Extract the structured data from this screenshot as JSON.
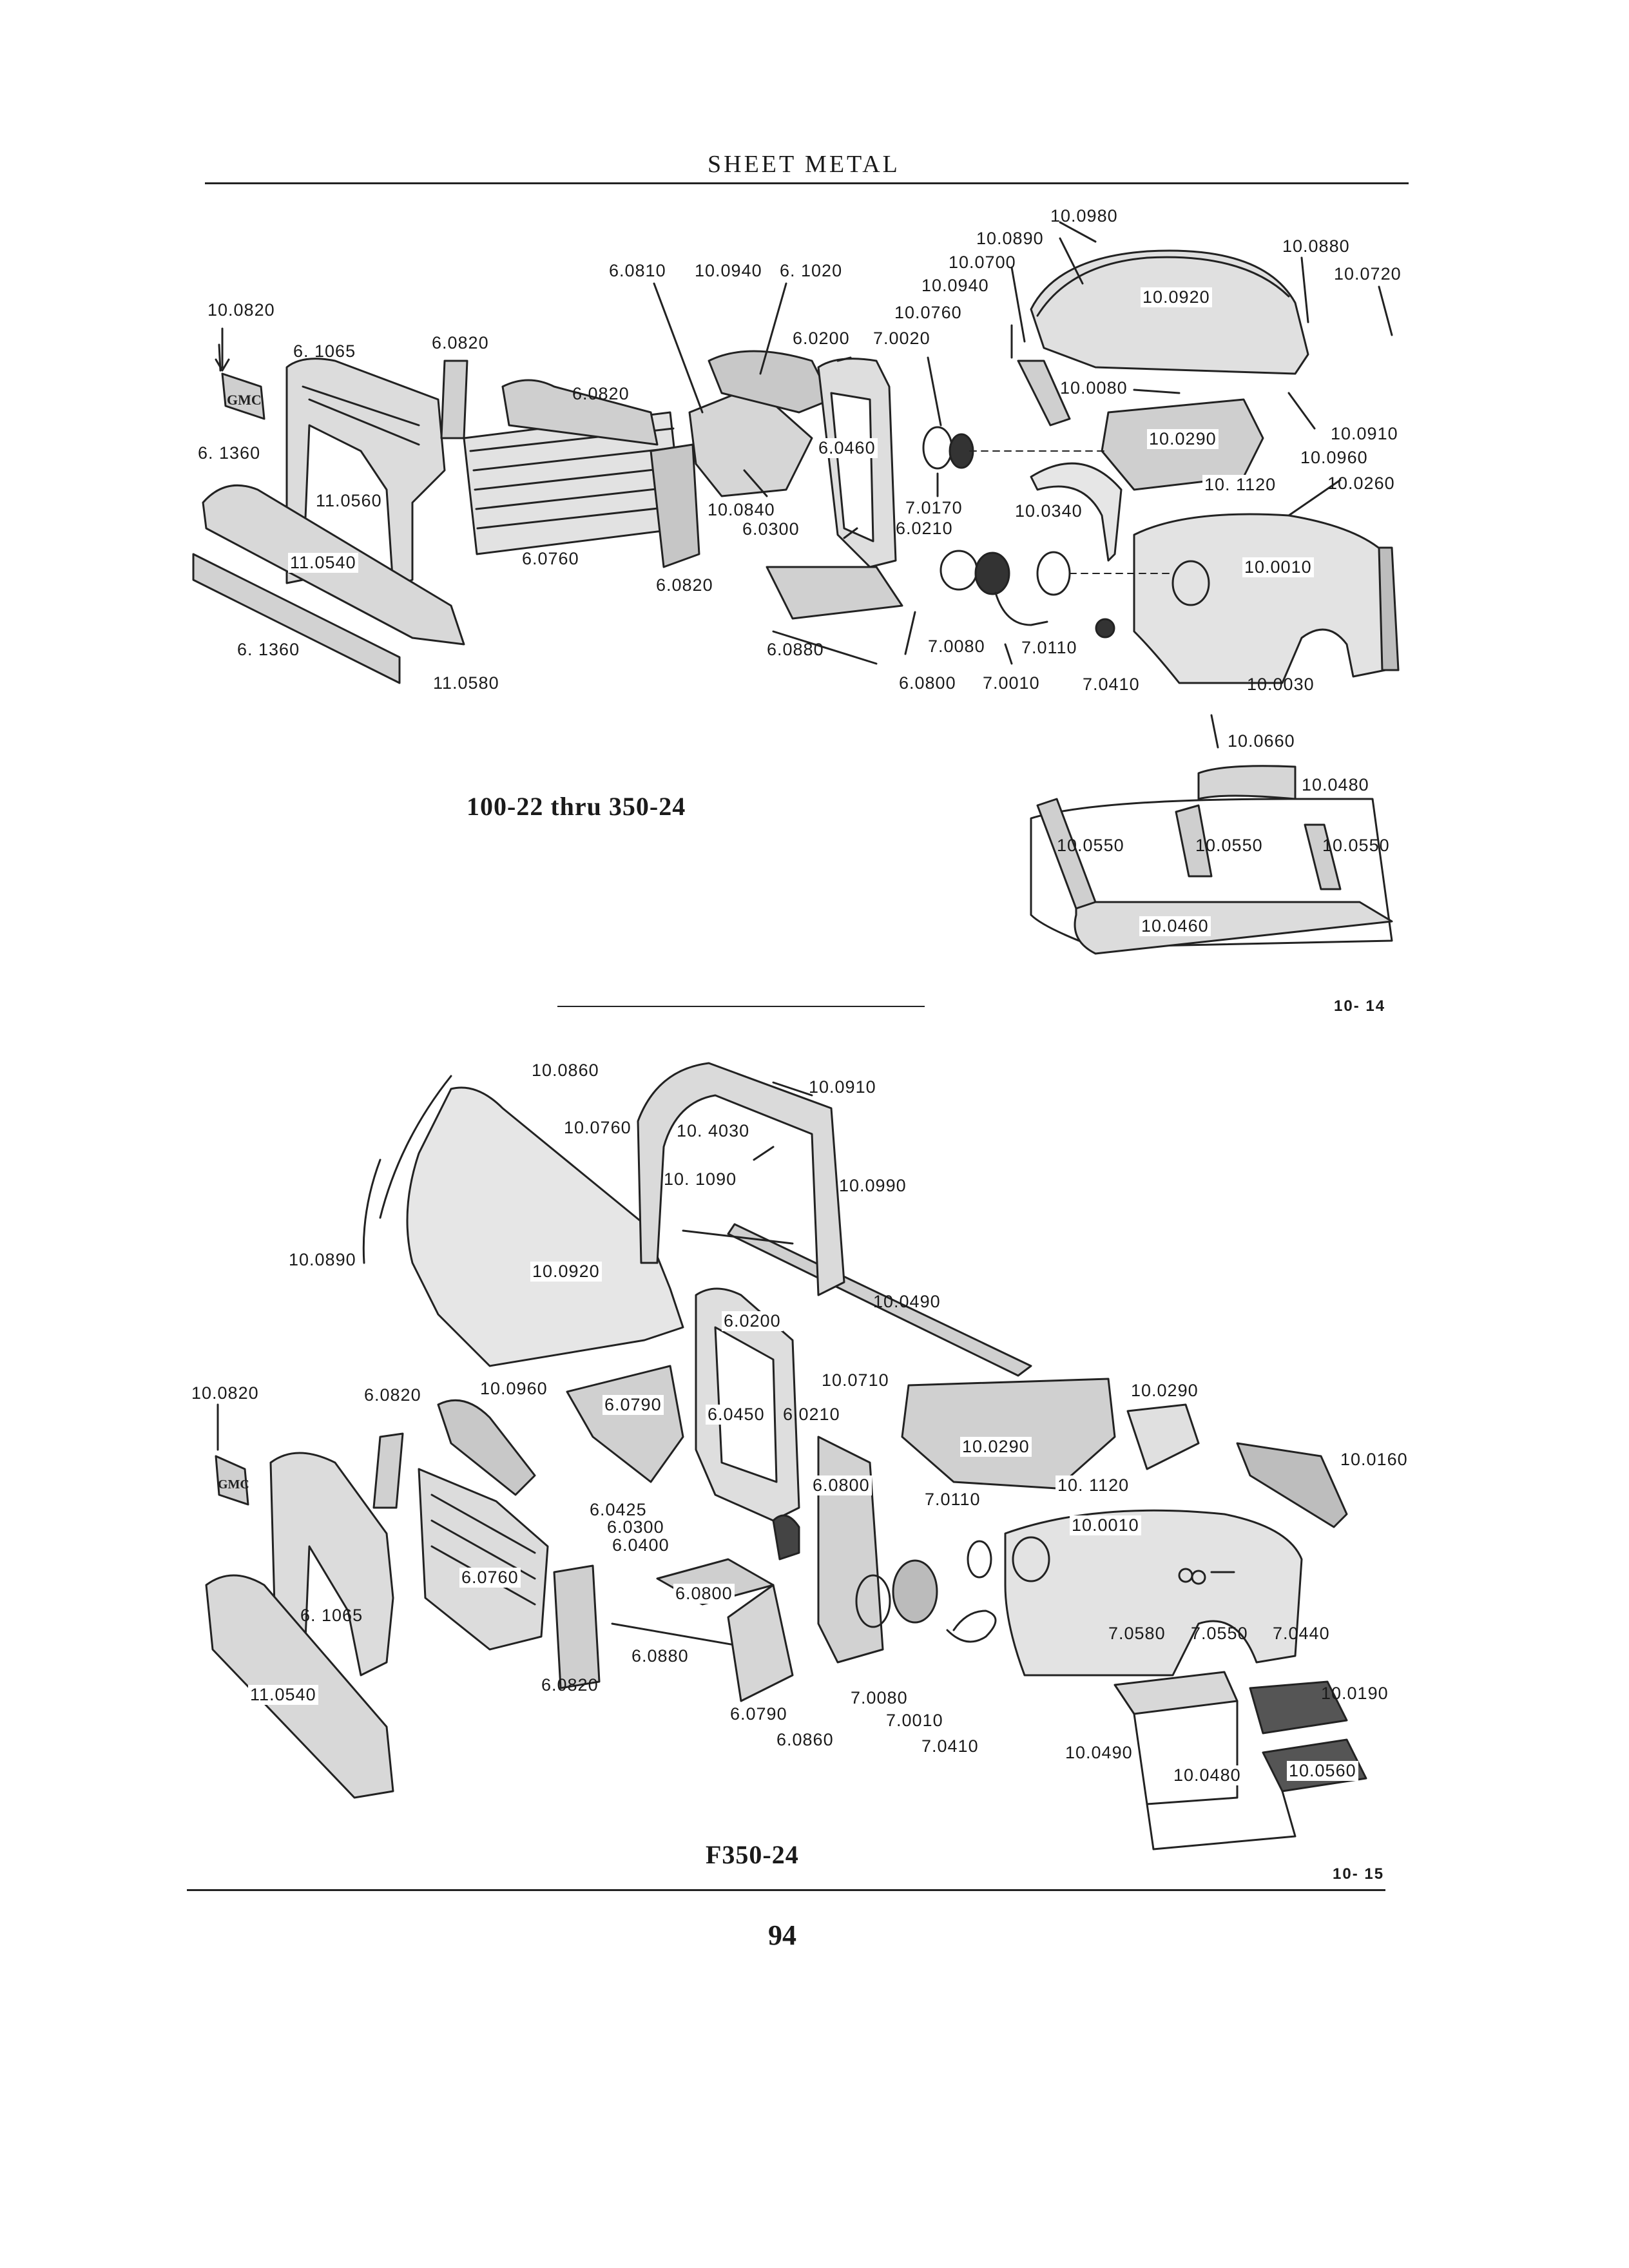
{
  "header": {
    "title": "SHEET METAL"
  },
  "top_diagram": {
    "caption": "100-22 thru 350-24",
    "plate": "10- 14",
    "labels": [
      "10.0980",
      "10.0890",
      "10.0700",
      "10.0940",
      "10.0760",
      "10.0880",
      "10.0720",
      "10.0920",
      "6.0810",
      "10.0940",
      "6. 1020",
      "6.0200",
      "7.0020",
      "10.0820",
      "6. 1065",
      "6.0820",
      "6.0820",
      "10.0080",
      "10.0910",
      "10.0960",
      "10.0290",
      "6. 1360",
      "11.0560",
      "6.0460",
      "10.0840",
      "7.0170",
      "10.0340",
      "10. 1120",
      "10.0260",
      "6.0300",
      "6.0210",
      "6.0760",
      "11.0540",
      "6.0820",
      "10.0010",
      "7.0080",
      "7.0110",
      "6.0880",
      "6. 1360",
      "11.0580",
      "6.0800",
      "7.0010",
      "7.0410",
      "10.0030",
      "10.0660",
      "10.0480",
      "10.0550",
      "10.0550",
      "10.0550",
      "10.0460"
    ]
  },
  "bottom_diagram": {
    "caption": "F350-24",
    "plate": "10- 15",
    "labels": [
      "10.0860",
      "10.0910",
      "10.0760",
      "10. 4030",
      "10. 1090",
      "10.0990",
      "10.0890",
      "10.0920",
      "10.0490",
      "6.0200",
      "10.0960",
      "10.0820",
      "6.0820",
      "6.0790",
      "10.0710",
      "10.0290",
      "6.0450",
      "6.0210",
      "10.0290",
      "10.0160",
      "6.0800",
      "10. 1120",
      "7.0110",
      "6.0425",
      "6.0300",
      "6.0400",
      "10.0010",
      "6.0760",
      "6.0800",
      "6. 1065",
      "7.0580",
      "7.0550",
      "7.0440",
      "11.0540",
      "6.0880",
      "6.0820",
      "7.0080",
      "10.0190",
      "7.0010",
      "6.0790",
      "6.0860",
      "7.0410",
      "10.0490",
      "10.0480",
      "10.0560"
    ]
  },
  "page_number": "94"
}
